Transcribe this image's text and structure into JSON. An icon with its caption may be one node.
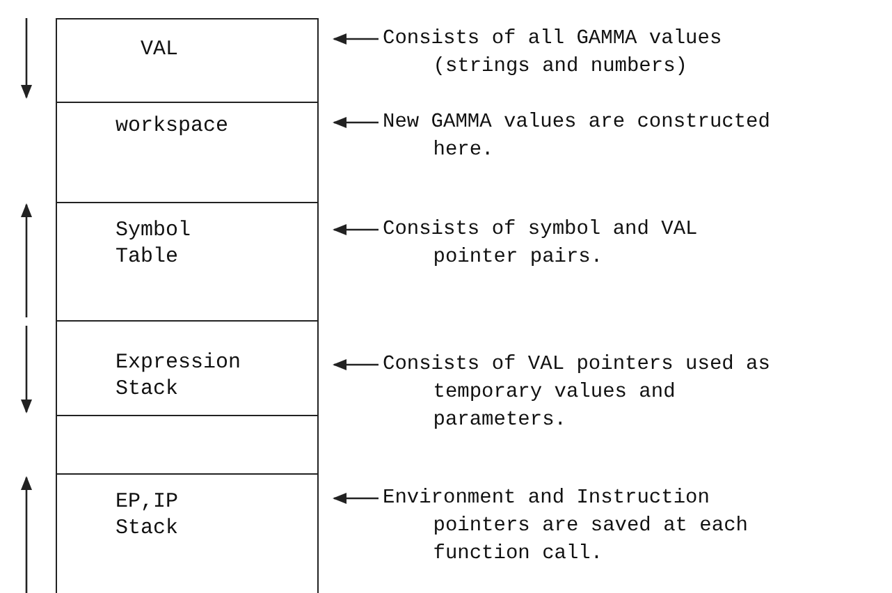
{
  "diagram": {
    "nodes": [
      {
        "text": [
          "VAL"
        ]
      },
      {
        "text": [
          "workspace"
        ]
      },
      {
        "text": [
          "Symbol Table"
        ]
      },
      {
        "text": [
          "Expression Stack"
        ]
      },
      {
        "text": [],
        "shape": "box"
      },
      {
        "text": [
          "EP,IP Stack"
        ]
      },
      {
        "text": [
          "Consists of all GAMMA values (strings and numbers)"
        ]
      },
      {
        "text": [
          "New GAMMA values are constructed here."
        ]
      },
      {
        "text": [
          "Consists of symbol and VAL pointer pairs."
        ]
      },
      {
        "text": [
          "Consists of VAL pointers used as temporary values and parameters."
        ]
      },
      {
        "text": [
          "Environment and Instruction pointers are saved at each function call."
        ]
      }
    ],
    "edges": [
      {
        "from": 6,
        "to": 0,
        "arrow": "to"
      },
      {
        "from": 7,
        "to": 1,
        "arrow": "to"
      },
      {
        "from": 8,
        "to": 2,
        "arrow": "to"
      },
      {
        "from": 9,
        "to": 3,
        "arrow": "to"
      },
      {
        "from": 10,
        "to": 5,
        "arrow": "to"
      }
    ]
  }
}
